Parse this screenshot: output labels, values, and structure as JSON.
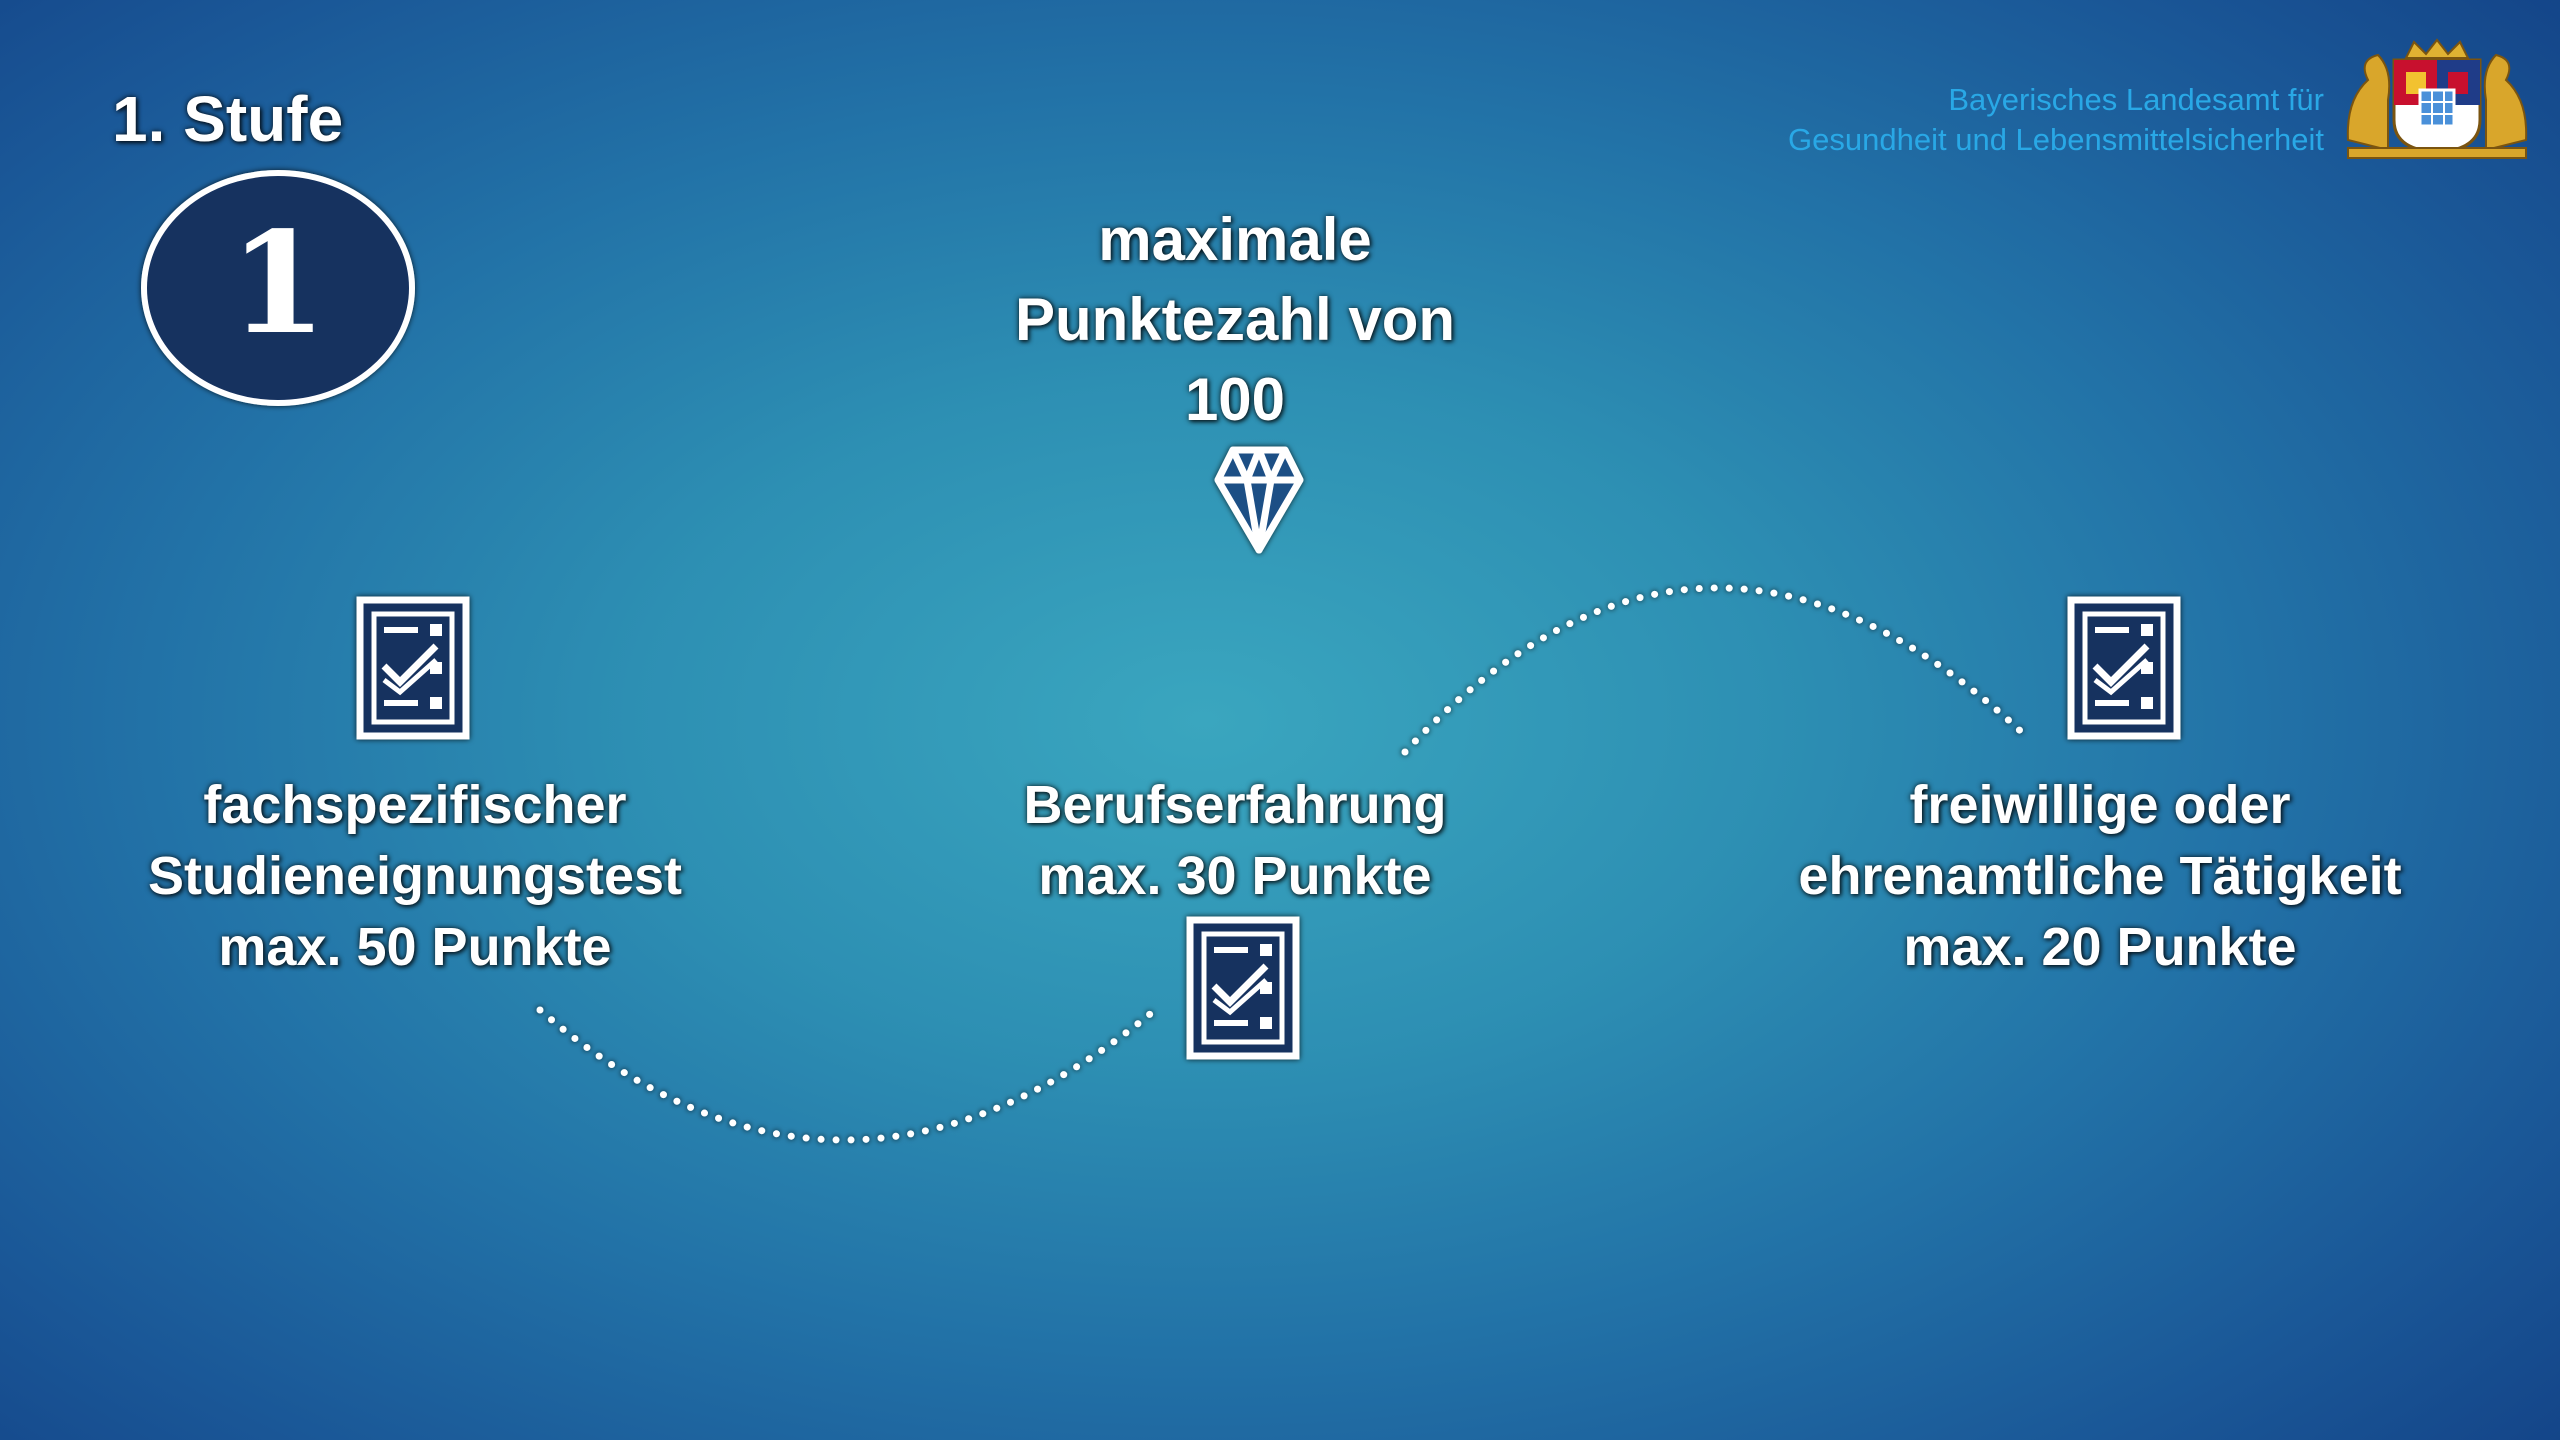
{
  "stage": {
    "title": "1. Stufe",
    "number": "1"
  },
  "max_points": {
    "line1": "maximale",
    "line2": "Punktezahl von",
    "line3": "100"
  },
  "agency": {
    "line1": "Bayerisches Landesamt für",
    "line2": "Gesundheit und Lebensmittelsicherheit",
    "color": "#29a8e6"
  },
  "criteria": [
    {
      "line1": "fachspezifischer",
      "line2": "Studieneignungstest",
      "line3": "max. 50 Punkte",
      "icon": "checklist-icon"
    },
    {
      "line1": "Berufserfahrung",
      "line2": "max. 30 Punkte",
      "icon": "checklist-icon"
    },
    {
      "line1": "freiwillige oder",
      "line2": "ehrenamtliche Tätigkeit",
      "line3": "max. 20 Punkte",
      "icon": "checklist-icon"
    }
  ],
  "icons": {
    "top": "diamond-icon",
    "logo": "coat-of-arms-icon"
  }
}
